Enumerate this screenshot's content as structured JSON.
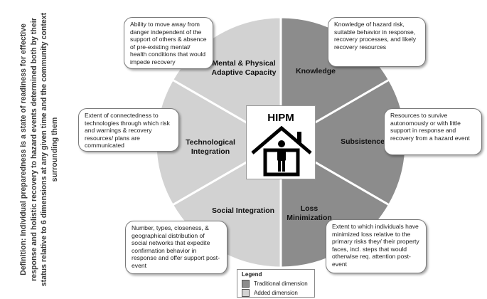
{
  "definition": "Definition: Individual preparedness is a state of readiness for effective response and holistic recovery to hazard events determined both by their status relative to 6 dimensions at any given time and the community context surrounding them",
  "center_title": "HIPM",
  "colors": {
    "traditional": "#8c8c8c",
    "added": "#d2d2d2",
    "divider": "#ffffff"
  },
  "segments": [
    {
      "label": "Knowledge",
      "type": "traditional",
      "description": "Knowledge of hazard risk, suitable behavior in response, recovery processes, and likely recovery resources"
    },
    {
      "label": "Subsistence",
      "type": "traditional",
      "description": "Resources to survive autonomously or with little support in response and recovery from a hazard event"
    },
    {
      "label": "Loss Minimization",
      "type": "traditional",
      "description": "Extent to which individuals have minimized loss relative to the primary risks they/ their property faces, incl. steps that would otherwise req. attention post-event"
    },
    {
      "label": "Social Integration",
      "type": "added",
      "description": "Number, types, closeness, & geographical distribution of social networks that expedite confirmation behavior in response and offer support post-event"
    },
    {
      "label": "Technological Integration",
      "type": "added",
      "description": "Extent of connectedness to technologies through which risk and warnings & recovery resources/ plans are communicated"
    },
    {
      "label": "Mental & Physical Adaptive Capacity",
      "type": "added",
      "description": "Ability to move away from danger independent of the support of others & absence of pre-existing mental/ health conditions that would impede recovery"
    }
  ],
  "legend": {
    "title": "Legend",
    "items": [
      {
        "label": "Traditional dimension",
        "type": "traditional"
      },
      {
        "label": "Added dimension",
        "type": "added"
      }
    ]
  }
}
